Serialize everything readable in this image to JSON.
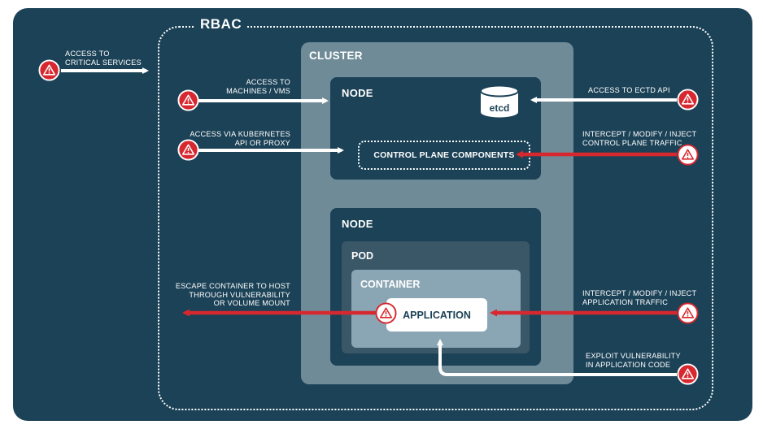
{
  "labels": {
    "rbac": "RBAC",
    "cluster": "CLUSTER",
    "node_top": "NODE",
    "node_bottom": "NODE",
    "pod": "POD",
    "container": "CONTAINER",
    "application": "APPLICATION",
    "control_plane": "CONTROL PLANE COMPONENTS",
    "etcd": "etcd"
  },
  "threats": {
    "critical_services": [
      "ACCESS TO",
      "CRITICAL SERVICES"
    ],
    "machines": [
      "ACCESS TO",
      "MACHINES / VMS"
    ],
    "k8s_api": [
      "ACCESS VIA KUBERNETES",
      "API OR PROXY"
    ],
    "escape": [
      "ESCAPE CONTAINER TO HOST",
      "THROUGH VULNERABILITY",
      "OR VOLUME MOUNT"
    ],
    "etcd_api": [
      "ACCESS TO ECTD API"
    ],
    "control_traffic": [
      "INTERCEPT / MODIFY / INJECT",
      "CONTROL PLANE TRAFFIC"
    ],
    "app_traffic": [
      "INTERCEPT / MODIFY / INJECT",
      "APPLICATION TRAFFIC"
    ],
    "exploit": [
      "EXPLOIT VULNERABILITY",
      "IN APPLICATION CODE"
    ]
  },
  "colors": {
    "panel": "#1c4257",
    "cluster": "#6f8b98",
    "pod": "#3a5767",
    "container": "#8aa6b4",
    "threat_red": "#d7282f",
    "safe_white": "#ffffff"
  },
  "icons": {
    "warning": "warning-triangle-icon",
    "database": "etcd-database-icon"
  }
}
